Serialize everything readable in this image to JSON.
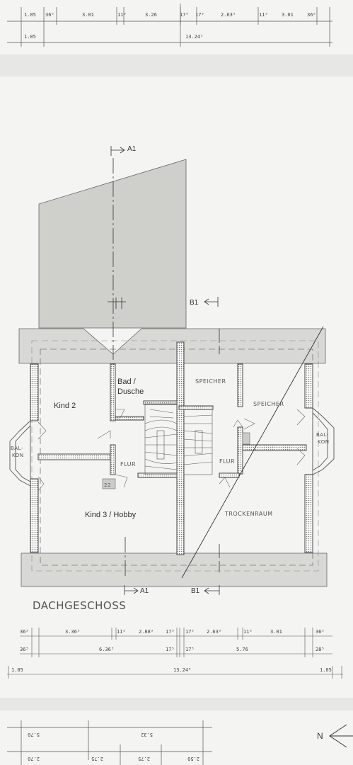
{
  "top_strip": {
    "dims_row1": [
      "1.05",
      "36⁵",
      "3.01",
      "11⁵",
      "3.26",
      "17⁵",
      "17⁵",
      "2.63⁵",
      "11⁵",
      "3.01",
      "36⁵"
    ],
    "dims_row2": [
      "1.05",
      "13.24⁵"
    ]
  },
  "plan": {
    "title": "DACHGESCHOSS",
    "section_a_top": "A1",
    "section_a_bottom": "A1",
    "section_b_top": "B1",
    "section_b_bottom": "B1",
    "rooms": {
      "kind2": "Kind 2",
      "bad_line1": "Bad /",
      "bad_line2": "Dusche",
      "kind3": "Kind 3 / Hobby",
      "speicher_left": "SPEICHER",
      "speicher_right": "SPEICHER",
      "flur_left": "FLUR",
      "flur_right": "FLUR",
      "trockenraum": "TROCKENRAUM",
      "balkon_left_1": "BAL-",
      "balkon_left_2": "KON",
      "balkon_right_1": "BAL-",
      "balkon_right_2": "KON",
      "chimney_mark": "22"
    },
    "dims_row1": [
      "36⁵",
      "3.36⁵",
      "11⁵",
      "2.88⁵",
      "17⁵",
      "17⁵",
      "2.63⁵",
      "11⁵",
      "3.01",
      "36⁵"
    ],
    "dims_row2": [
      "36⁵",
      "6.36⁵",
      "17⁵",
      "17⁵",
      "5.76",
      "28⁵"
    ],
    "dims_row3": [
      "1.05",
      "13.24⁵",
      "1.05"
    ]
  },
  "bottom_strip": {
    "dims_row1": [
      "5.70",
      "5.32"
    ],
    "dims_row2": [
      "2.70",
      "2.75",
      "2.75",
      "2.50"
    ],
    "north_label": "N"
  }
}
